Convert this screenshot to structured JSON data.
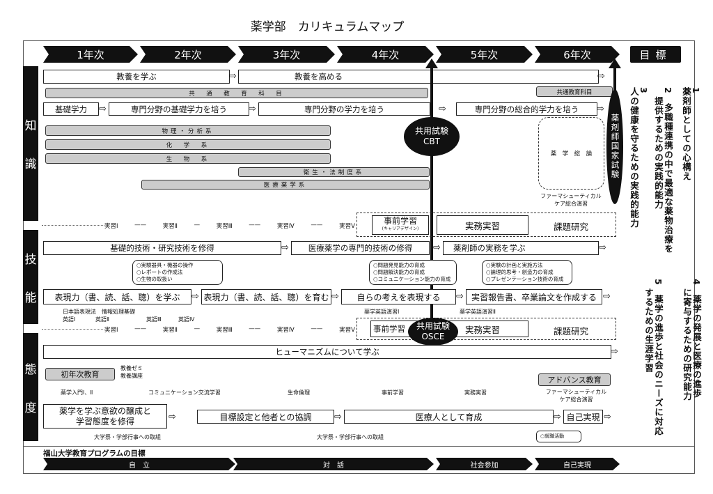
{
  "title": "薬学部　カリキュラムマップ",
  "years": [
    "1年次",
    "2年次",
    "3年次",
    "4年次",
    "5年次",
    "6年次"
  ],
  "goal_header": "目標",
  "sections": {
    "knowledge": [
      "知",
      "識"
    ],
    "skills": [
      "技",
      "能"
    ],
    "attitude": [
      "態",
      "度"
    ]
  },
  "knowledge": {
    "liberal1": "教養を学ぶ",
    "liberal2": "教養を高める",
    "common": "共　通　教　育　科　目",
    "common_right": "共通教育科目",
    "basic": "基礎学力",
    "spec1": "専門分野の基礎学力を培う",
    "spec2": "専門分野の学力を培う",
    "spec3": "専門分野の総合的学力を培う",
    "bars": [
      "物理・分析系",
      "化　学　系",
      "生　物　系",
      "衛生・法制度系",
      "医療薬学系"
    ],
    "cbt": [
      "共用試験",
      "CBT"
    ],
    "overview": "薬　学　総　論",
    "overview_caption": [
      "ファーマシューティカル",
      "ケア総合演習"
    ],
    "national_exam": "薬剤師国家試験"
  },
  "practice_row": {
    "items": [
      "実習Ⅰ",
      "実習Ⅱ",
      "実習Ⅲ",
      "実習Ⅳ",
      "実習Ⅴ"
    ],
    "pre": "事前学習",
    "pre_sub": "(キャリアデザイン)",
    "clinical": "実務実習",
    "research": "課題研究"
  },
  "skills": {
    "row1": [
      "基礎的技術・研究技術を修得",
      "医療薬学の専門的技術の修得",
      "薬剤師の実務を学ぶ"
    ],
    "bubbles": [
      [
        "○実験器具・機器の操作",
        "○レポートの作成法",
        "○生物の取扱い"
      ],
      [
        "○問題発見能力の育成",
        "○問題解決能力の育成",
        "○コミュニケーション能力の育成"
      ],
      [
        "○実験の計画と実施方法",
        "○論理的思考・創造力の育成",
        "○プレゼンテーション技術の育成"
      ]
    ],
    "row2": [
      "表現力（書、読、話、聴）を学ぶ",
      "表現力（書、読、話、聴）を育む",
      "自らの考えを表現する",
      "実習報告書、卒業論文を作成する"
    ],
    "courses": {
      "c1": "日本語表現法　情報処理基礎",
      "c2": "英語Ⅰ",
      "c3": "英語Ⅱ",
      "c4": "英語Ⅲ",
      "c5": "英語Ⅳ",
      "c6": "薬学英語演習Ⅰ",
      "c7": "薬学英語演習Ⅱ"
    },
    "osce": [
      "共用試験",
      "OSCE"
    ],
    "pre2": "事前学習"
  },
  "attitude": {
    "humanism": "ヒューマニズムについて学ぶ",
    "first_year": "初年次教育",
    "seminar": [
      "教養ゼミ",
      "教養講座"
    ],
    "advanced": "アドバンス教育",
    "courses": [
      "薬学入門Ⅰ、Ⅱ",
      "コミュニケーション交流学習",
      "生命倫理",
      "事前学習",
      "実務実習"
    ],
    "courses_right": [
      "ファーマシューティカル",
      "ケア総合演習"
    ],
    "row": [
      [
        "薬学を学ぶ意欲の醸成と",
        "学習態度を修得"
      ],
      "目標設定と他者との協調",
      "医療人として育成",
      "自己実現"
    ],
    "events": [
      "大学祭・学部行事への取組",
      "大学祭・学部行事への取組"
    ],
    "job": "○就職活動"
  },
  "goals": [
    {
      "n": "1",
      "lines": [
        "薬剤師としての心構え"
      ]
    },
    {
      "n": "2",
      "lines": [
        "多職種連携の中で最適な薬物治療を",
        "提供するための実践的能力"
      ]
    },
    {
      "n": "3",
      "lines": [
        "人の健康を守るための実践的能力"
      ]
    },
    {
      "n": "4",
      "lines": [
        "薬学の発展と医療の進歩",
        "に寄与するための研究能力"
      ]
    },
    {
      "n": "5",
      "lines": [
        "薬学の進歩と社会のニーズに対応",
        "するための生涯学習"
      ]
    }
  ],
  "program": {
    "label": "福山大学教育プログラムの目標",
    "stages": [
      "自　立",
      "対　話",
      "社会参加",
      "自己実現"
    ]
  }
}
